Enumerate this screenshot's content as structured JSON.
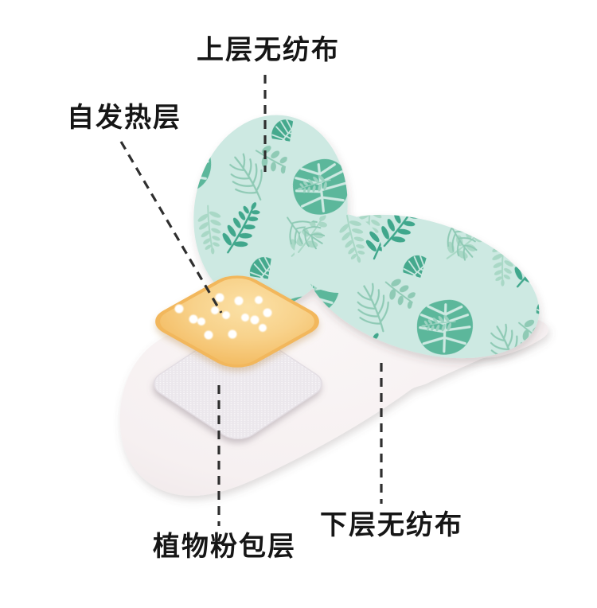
{
  "diagram": {
    "type": "product-layer-structure",
    "labels": {
      "top_nonwoven": "上层无纺布",
      "self_heating": "自发热层",
      "powder_pack": "植物粉包层",
      "bottom_nonwoven": "下层无纺布"
    },
    "colors": {
      "background": "#ffffff",
      "label_text": "#161616",
      "leader_line": "#2f2f2f",
      "leaf_background": "#cde9e2",
      "leaf_green_light": "#a9d8c6",
      "leaf_green_mid": "#8fcab5",
      "leaf_green_deep": "#5cb79b",
      "leaf_green_dark": "#3fa78c",
      "heat_layer_edge": "#f2b75c",
      "heat_layer_fill": "#f8d28b",
      "heat_layer_dots": "#ffffff",
      "pad_fill": "#f6f0f1",
      "powder_fill": "#ebe7ec"
    }
  }
}
